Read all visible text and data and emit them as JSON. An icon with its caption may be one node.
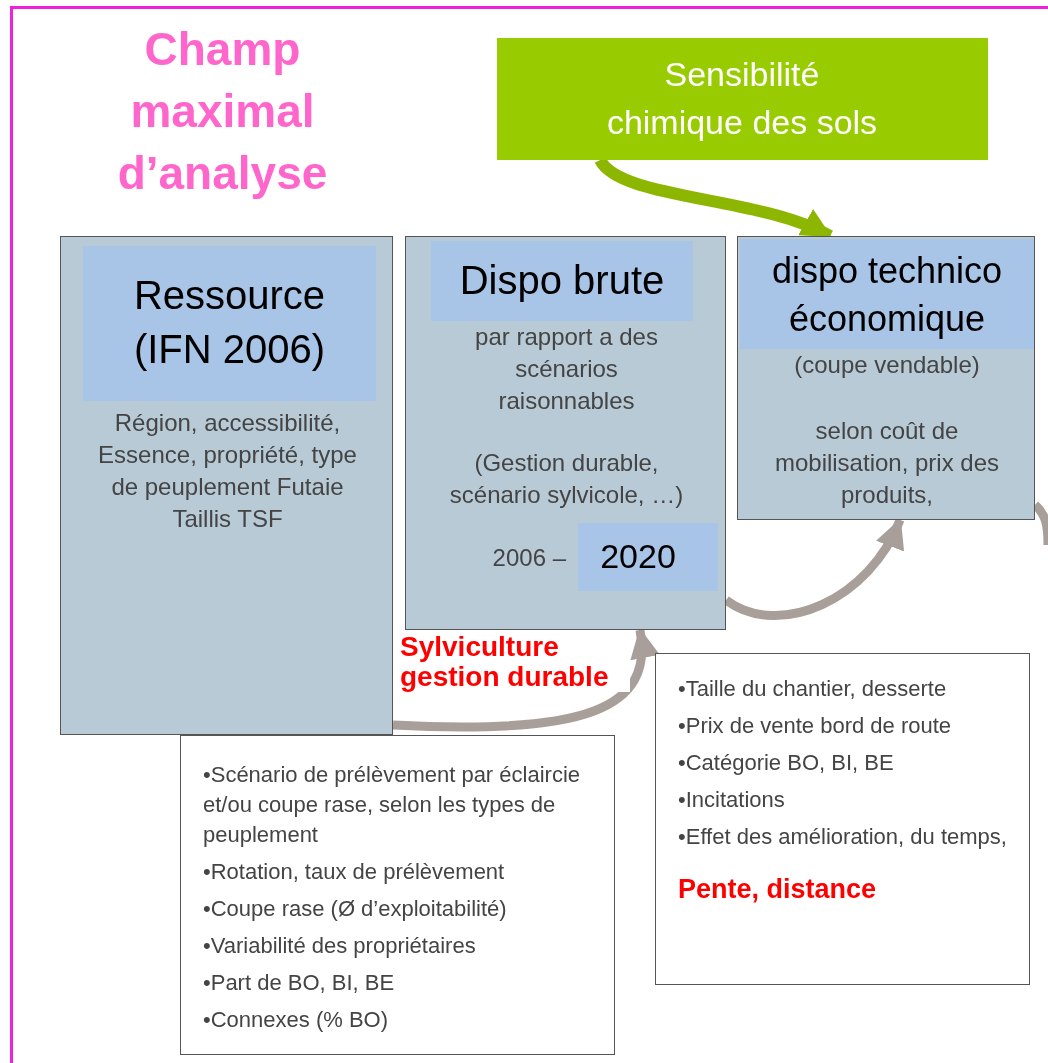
{
  "diagram": {
    "title": "Champ maximal d’analyse",
    "nodes": [
      {
        "text": [
          "Ressource (IFN 2006)",
          "Région, accessibilité, Essence, propriété, type de peuplement Futaie Taillis TSF"
        ]
      },
      {
        "text": [
          "Dispo brute",
          "par rapport a des scénarios raisonnables",
          "(Gestion durable, scénario sylvicole, …)",
          "2006 –"
        ]
      },
      {
        "text": [
          "2020"
        ],
        "in": 1
      },
      {
        "text": [
          "dispo technico économique",
          "(coupe vendable)",
          "selon coût de mobilisation, prix des produits,"
        ]
      },
      {
        "text": [
          "Sensibilité chimique des sols"
        ]
      },
      {
        "text": [
          "•Scénario de prélèvement par éclaircie et/ou coupe rase, selon les types de peuplement",
          "•Rotation, taux de prélèvement",
          "•Coupe rase (Ø d’exploitabilité)",
          "•Variabilité des propriétaires",
          "•Part de BO, BI, BE",
          "•Connexes (% BO)"
        ]
      },
      {
        "text": [
          "•Taille du chantier, desserte",
          "•Prix de vente bord de route",
          "•Catégorie BO, BI, BE",
          "•Incitations",
          "•Effet des amélioration, du temps,",
          "Pente, distance"
        ]
      }
    ],
    "edges": [
      {
        "from": 0,
        "to": 1,
        "arrow": "to",
        "label": "Sylviculture gestion durable"
      },
      {
        "from": 1,
        "to": 3,
        "arrow": "to"
      },
      {
        "from": 4,
        "to": 3,
        "arrow": "to",
        "color": "#8db600"
      },
      {
        "from": 3,
        "to": null,
        "arrow": "none"
      }
    ]
  }
}
